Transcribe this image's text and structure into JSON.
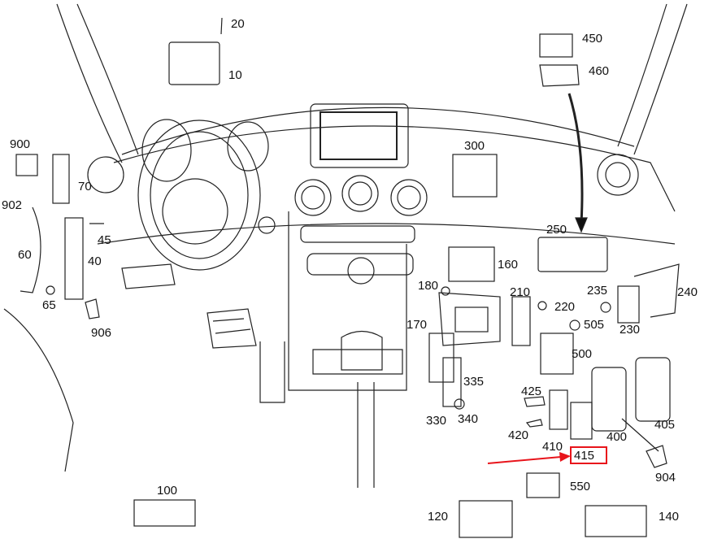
{
  "diagram": {
    "part_labels": [
      "20",
      "10",
      "450",
      "460",
      "900",
      "70",
      "902",
      "45",
      "60",
      "40",
      "65",
      "906",
      "300",
      "250",
      "160",
      "180",
      "210",
      "220",
      "235",
      "240",
      "230",
      "505",
      "170",
      "500",
      "335",
      "425",
      "330",
      "340",
      "420",
      "405",
      "400",
      "410",
      "415",
      "904",
      "100",
      "550",
      "120",
      "140"
    ],
    "highlighted_label": "415",
    "highlight_color": "#e8141b",
    "line_color": "#111111"
  }
}
